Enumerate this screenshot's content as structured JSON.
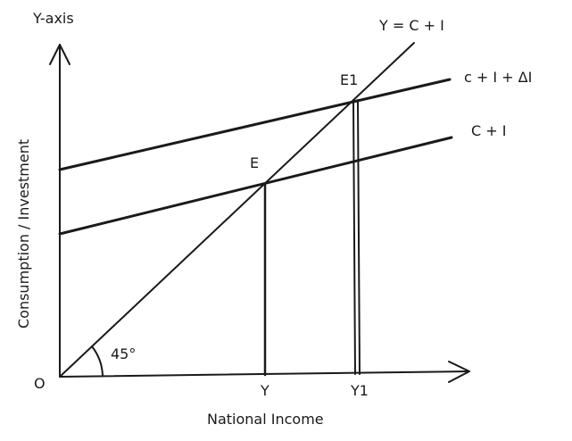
{
  "diagram": {
    "y_axis_title": "Y-axis",
    "y_axis_label": "Consumption / Investment",
    "x_axis_label": "National Income",
    "origin_label": "O",
    "angle_label": "45°",
    "lines": {
      "diagonal": "Y = C + I",
      "upper": "c + I + ΔI",
      "lower": "C + I"
    },
    "points": {
      "e": "E",
      "e1": "E1"
    },
    "x_ticks": {
      "y": "Y",
      "y1": "Y1"
    }
  }
}
